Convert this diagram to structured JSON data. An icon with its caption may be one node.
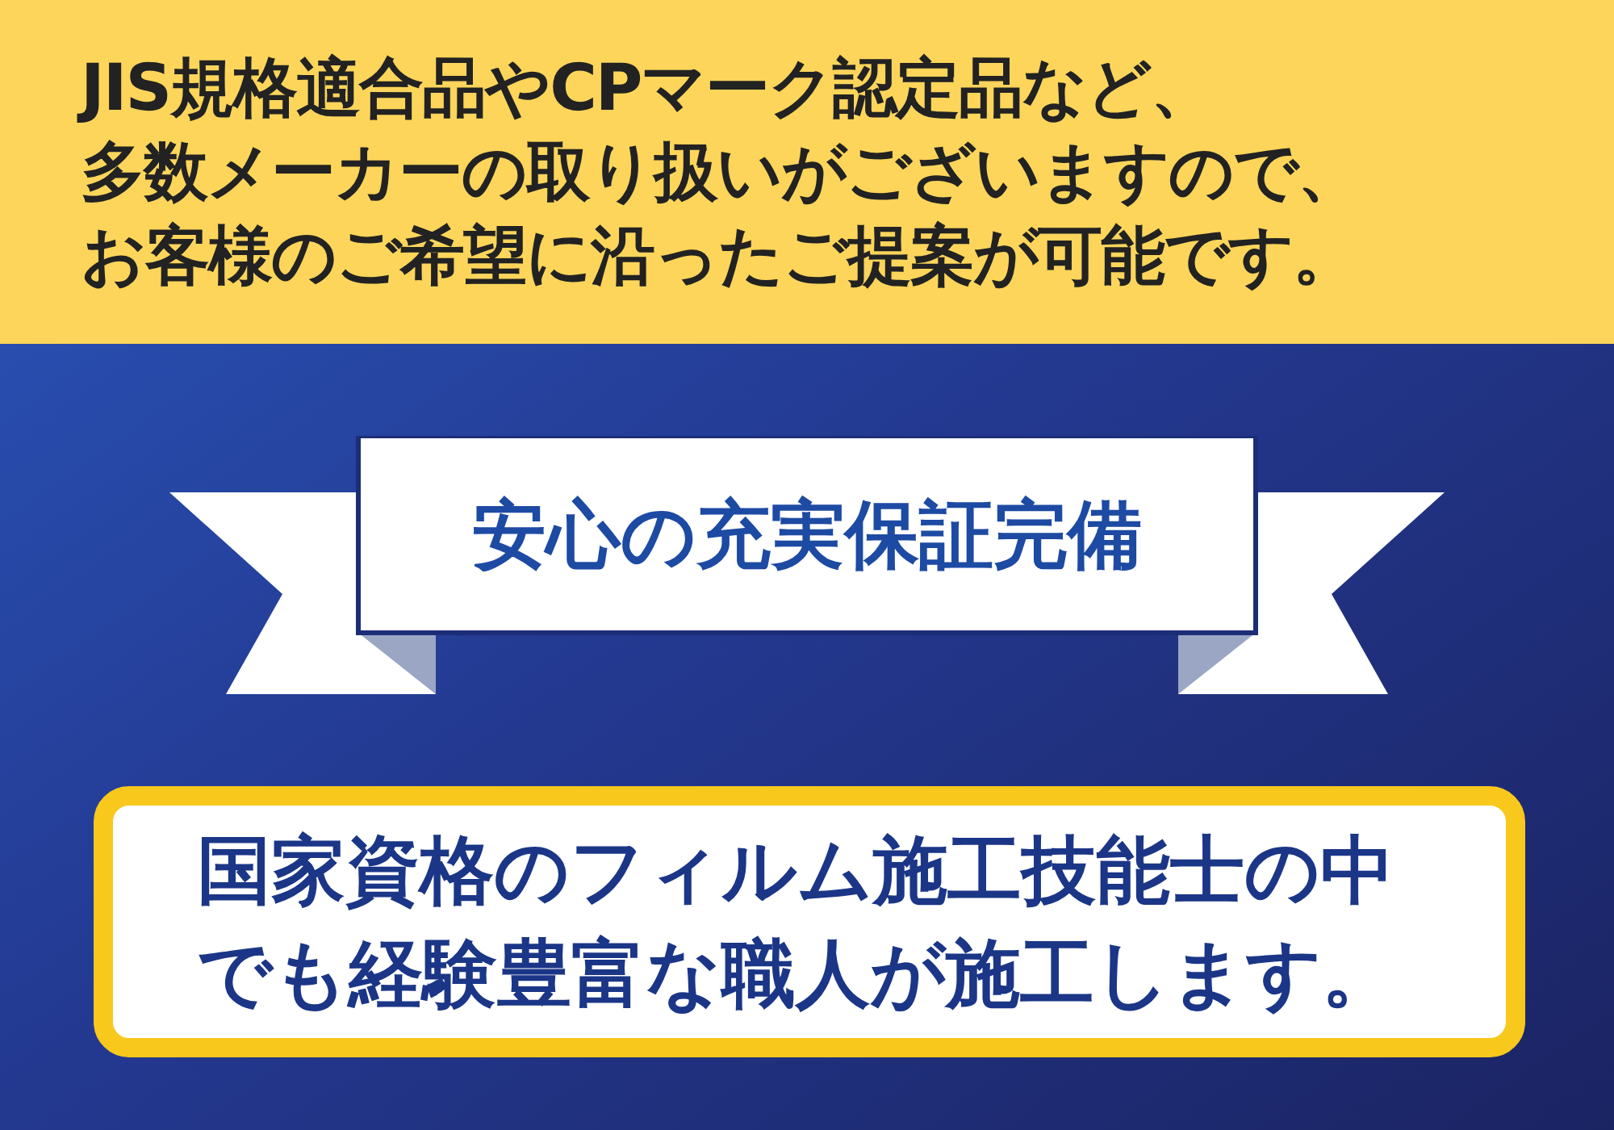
{
  "diagram": {
    "nodes": [
      {
        "text": [
          "JIS規格適合品やCPマーク認定品など、多数メーカーの取り扱いがございますので、お客様のご希望に沿ったご提案が可能です。"
        ]
      },
      {
        "text": [
          "安心の充実保証完備"
        ]
      },
      {
        "text": [
          "国家資格のフィルム施工技能士の中でも経験豊富な職人が施工します。"
        ]
      }
    ]
  }
}
